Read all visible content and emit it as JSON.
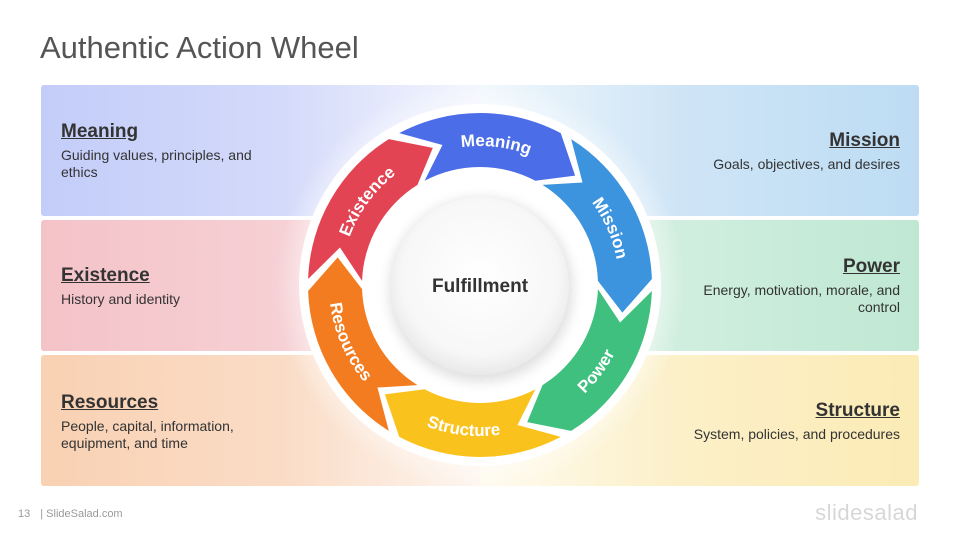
{
  "slide": {
    "title": "Authentic Action Wheel",
    "page_number": "13",
    "site": "| SlideSalad.com",
    "brand": "slidesalad"
  },
  "center": {
    "label": "Fulfillment"
  },
  "panels": {
    "meaning": {
      "title": "Meaning",
      "desc": "Guiding values, principles, and ethics"
    },
    "mission": {
      "title": "Mission",
      "desc": "Goals, objectives, and desires"
    },
    "existence": {
      "title": "Existence",
      "desc": "History and identity"
    },
    "power": {
      "title": "Power",
      "desc": "Energy, motivation, morale, and control"
    },
    "resources": {
      "title": "Resources",
      "desc": "People, capital, information, equipment, and time"
    },
    "structure": {
      "title": "Structure",
      "desc": "System, policies, and procedures"
    }
  },
  "wheel": {
    "segments": [
      {
        "label": "Meaning",
        "color": "#4b6ee8"
      },
      {
        "label": "Mission",
        "color": "#3c93de"
      },
      {
        "label": "Power",
        "color": "#3fc07f"
      },
      {
        "label": "Structure",
        "color": "#f9c21d"
      },
      {
        "label": "Resources",
        "color": "#f47c20"
      },
      {
        "label": "Existence",
        "color": "#e34453"
      }
    ]
  }
}
